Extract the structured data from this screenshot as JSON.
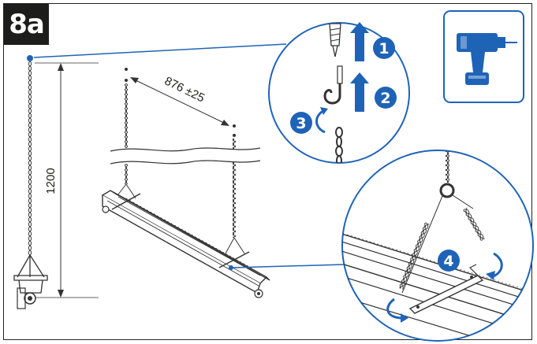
{
  "step_label": "8a",
  "dimensions": {
    "chain_length": "1200",
    "spacing": "876 ±25"
  },
  "callouts": {
    "step1": "1",
    "step2": "2",
    "step3": "3",
    "step4": "4"
  },
  "icons": {
    "tool": "power-drill-icon",
    "arrow": "up-arrow-icon",
    "rotate": "rotate-arrow-icon"
  },
  "colors": {
    "accent": "#1f63b7",
    "ink": "#1d1d1b"
  }
}
